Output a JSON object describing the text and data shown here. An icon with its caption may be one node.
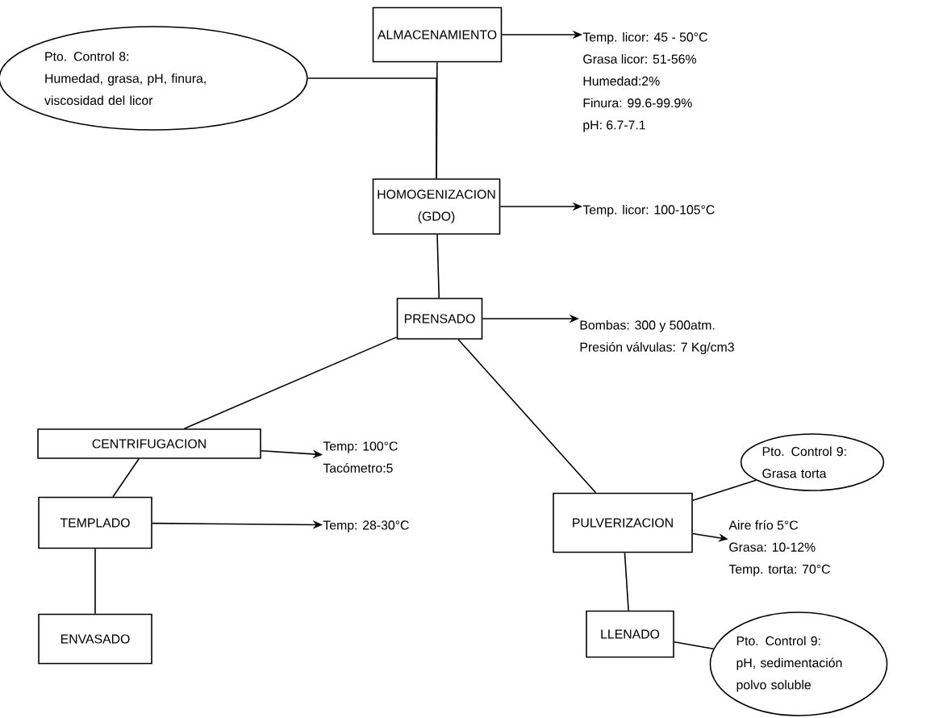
{
  "diagram": {
    "nodes": [
      {
        "text": [
          "ALMACENAMIENTO"
        ]
      },
      {
        "text": [
          "Temp. licor: 45 - 50°C",
          "Grasa licor: 51-56%",
          "Humedad:2%",
          "Finura: 99.6-99.9%",
          "pH: 6.7-7.1"
        ]
      },
      {
        "text": [
          "Pto. Control 8:",
          "Humedad, grasa, pH, finura, viscosidad del licor"
        ]
      },
      {
        "text": [
          "HOMOGENIZACION (GDO)"
        ]
      },
      {
        "text": [
          "Temp. licor: 100-105°C"
        ]
      },
      {
        "text": [
          "PRENSADO"
        ]
      },
      {
        "text": [
          "Bombas: 300 y 500atm.",
          "Presión válvulas: 7 Kg/cm3"
        ]
      },
      {
        "text": [
          "CENTRIFUGACION"
        ]
      },
      {
        "text": [
          "Temp: 100°C",
          "Tacómetro:5"
        ]
      },
      {
        "text": [
          "TEMPLADO"
        ]
      },
      {
        "text": [
          "Temp: 28-30°C"
        ]
      },
      {
        "text": [
          "ENVASADO"
        ]
      },
      {
        "text": [
          "PULVERIZACION"
        ]
      },
      {
        "text": [
          "Pto. Control 9:",
          "Grasa torta"
        ]
      },
      {
        "text": [
          "Aire frío 5°C",
          "Grasa: 10-12%",
          "Temp. torta: 70°C"
        ]
      },
      {
        "text": [
          "LLENADO"
        ]
      },
      {
        "text": [
          "Pto. Control 9:",
          "pH, sedimentación polvo soluble"
        ]
      }
    ],
    "edges": [
      {
        "from": 0,
        "to": 1,
        "arrow": "to"
      },
      {
        "from": 0,
        "to": 3,
        "arrow": "none"
      },
      {
        "from": 2,
        "to": 3,
        "arrow": "none"
      },
      {
        "from": 3,
        "to": 4,
        "arrow": "to"
      },
      {
        "from": 3,
        "to": 5,
        "arrow": "none"
      },
      {
        "from": 5,
        "to": 6,
        "arrow": "to"
      },
      {
        "from": 5,
        "to": 7,
        "arrow": "none"
      },
      {
        "from": 5,
        "to": 12,
        "arrow": "none"
      },
      {
        "from": 7,
        "to": 8,
        "arrow": "to"
      },
      {
        "from": 7,
        "to": 9,
        "arrow": "none"
      },
      {
        "from": 9,
        "to": 10,
        "arrow": "to"
      },
      {
        "from": 9,
        "to": 11,
        "arrow": "none"
      },
      {
        "from": 13,
        "to": 12,
        "arrow": "none"
      },
      {
        "from": 12,
        "to": 14,
        "arrow": "to"
      },
      {
        "from": 12,
        "to": 15,
        "arrow": "none"
      },
      {
        "from": 15,
        "to": 16,
        "arrow": "none"
      }
    ]
  }
}
